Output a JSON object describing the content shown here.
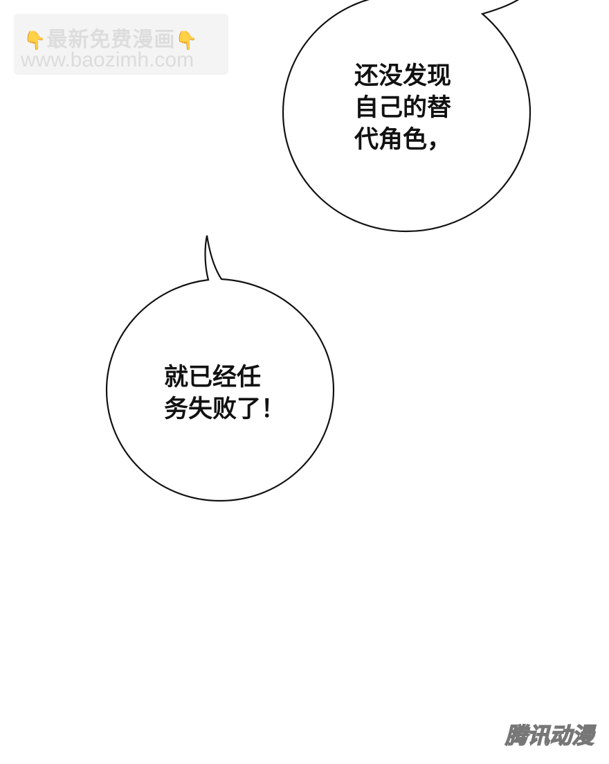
{
  "watermark": {
    "hand_icon": "pointing-down-hand-icon",
    "title": "最新免费漫画",
    "url": "www.baozimh.com"
  },
  "bubbles": [
    {
      "lines": [
        "还没发现",
        "自己的替",
        "代角色，"
      ]
    },
    {
      "lines": [
        "就已经任",
        "务失败了！"
      ]
    }
  ],
  "logo": {
    "text": "腾讯动漫"
  },
  "colors": {
    "outline": "#111111",
    "background": "#ffffff",
    "watermark_hand": "#f2b43a"
  }
}
